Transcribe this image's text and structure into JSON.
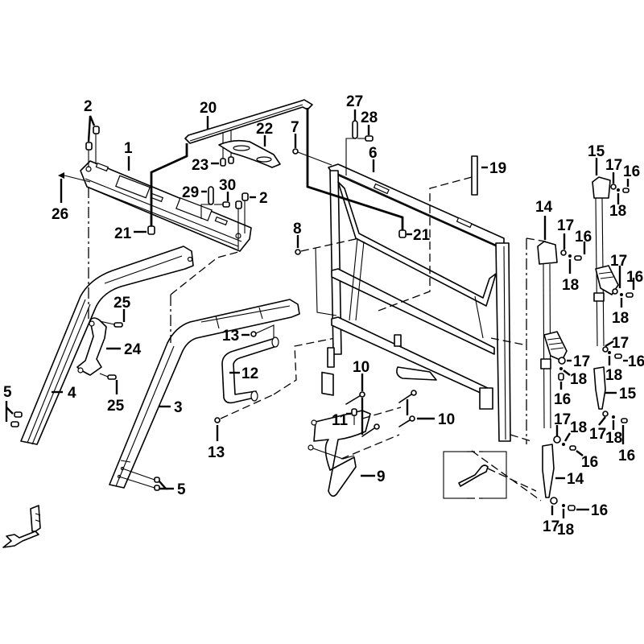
{
  "diagram": {
    "type": "exploded-parts-diagram",
    "subject": "cab frame / roll-over structure with seat belts",
    "background_color": "#ffffff",
    "line_color": "#000000",
    "orientation_marker": "front-direction-arrow-icon",
    "callouts": [
      {
        "id": "c1",
        "text": "1",
        "part": "front header panel"
      },
      {
        "id": "c2a",
        "text": "2",
        "part": "bolt (header left)"
      },
      {
        "id": "c2b",
        "text": "2",
        "part": "bolt (header right)"
      },
      {
        "id": "c3",
        "text": "3",
        "part": "front pillar right"
      },
      {
        "id": "c4",
        "text": "4",
        "part": "front pillar left"
      },
      {
        "id": "c5a",
        "text": "5",
        "part": "bolts left pillar"
      },
      {
        "id": "c5b",
        "text": "5",
        "part": "bolts right pillar"
      },
      {
        "id": "c6",
        "text": "6",
        "part": "rear frame"
      },
      {
        "id": "c7",
        "text": "7",
        "part": "screw"
      },
      {
        "id": "c8",
        "text": "8",
        "part": "screw"
      },
      {
        "id": "c9",
        "text": "9",
        "part": "step / grab handle"
      },
      {
        "id": "c10a",
        "text": "10",
        "part": "bolt"
      },
      {
        "id": "c10b",
        "text": "10",
        "part": "bolt"
      },
      {
        "id": "c11",
        "text": "11",
        "part": "nut"
      },
      {
        "id": "c12",
        "text": "12",
        "part": "grab handle"
      },
      {
        "id": "c13a",
        "text": "13",
        "part": "screw upper"
      },
      {
        "id": "c13b",
        "text": "13",
        "part": "screw lower"
      },
      {
        "id": "c14a",
        "text": "14",
        "part": "seat belt left retractor"
      },
      {
        "id": "c14b",
        "text": "14",
        "part": "seat belt left buckle"
      },
      {
        "id": "c15a",
        "text": "15",
        "part": "seat belt right retractor"
      },
      {
        "id": "c15b",
        "text": "15",
        "part": "seat belt right buckle"
      },
      {
        "id": "c16",
        "text": "16",
        "part": "bolt"
      },
      {
        "id": "c17",
        "text": "17",
        "part": "washer"
      },
      {
        "id": "c18",
        "text": "18",
        "part": "spacer"
      },
      {
        "id": "c19",
        "text": "19",
        "part": "label / decal"
      },
      {
        "id": "c20",
        "text": "20",
        "part": "upper rail"
      },
      {
        "id": "c21a",
        "text": "21",
        "part": "nut (header)"
      },
      {
        "id": "c21b",
        "text": "21",
        "part": "nut (rear frame)"
      },
      {
        "id": "c22",
        "text": "22",
        "part": "bracket"
      },
      {
        "id": "c23",
        "text": "23",
        "part": "screw"
      },
      {
        "id": "c24",
        "text": "24",
        "part": "handle"
      },
      {
        "id": "c25a",
        "text": "25",
        "part": "screw upper"
      },
      {
        "id": "c25b",
        "text": "25",
        "part": "screw lower"
      },
      {
        "id": "c26",
        "text": "26",
        "part": "rivet"
      },
      {
        "id": "c27",
        "text": "27",
        "part": "pin"
      },
      {
        "id": "c28",
        "text": "28",
        "part": "clip"
      },
      {
        "id": "c29",
        "text": "29",
        "part": "pin"
      },
      {
        "id": "c30",
        "text": "30",
        "part": "clip"
      }
    ],
    "labels": {
      "l1": "1",
      "l2a": "2",
      "l2b": "2",
      "l3": "3",
      "l4": "4",
      "l5a": "5",
      "l5b": "5",
      "l6": "6",
      "l7": "7",
      "l8": "8",
      "l9": "9",
      "l10a": "10",
      "l10b": "10",
      "l11": "11",
      "l12": "12",
      "l13a": "13",
      "l13b": "13",
      "l14a": "14",
      "l14b": "14",
      "l15a": "15",
      "l15b": "15",
      "l16a": "16",
      "l16b": "16",
      "l16c": "16",
      "l16d": "16",
      "l16e": "16",
      "l16f": "16",
      "l16g": "16",
      "l16h": "16",
      "l17a": "17",
      "l17b": "17",
      "l17c": "17",
      "l17d": "17",
      "l17e": "17",
      "l17f": "17",
      "l17g": "17",
      "l17h": "17",
      "l18a": "18",
      "l18b": "18",
      "l18c": "18",
      "l18d": "18",
      "l18e": "18",
      "l18f": "18",
      "l18g": "18",
      "l18h": "18",
      "l19": "19",
      "l20": "20",
      "l21a": "21",
      "l21b": "21",
      "l22": "22",
      "l23": "23",
      "l24": "24",
      "l25a": "25",
      "l25b": "25",
      "l26": "26",
      "l27": "27",
      "l28": "28",
      "l29": "29",
      "l30": "30"
    }
  }
}
